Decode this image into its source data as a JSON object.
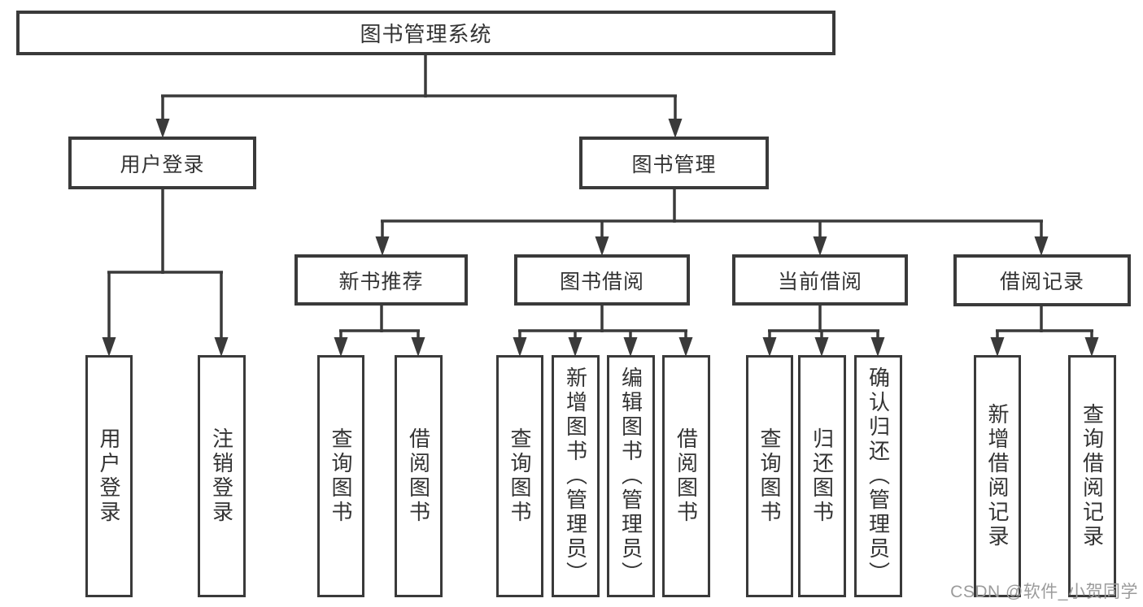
{
  "tree": {
    "root": {
      "label": "图书管理系统"
    },
    "level2": [
      {
        "label": "用户登录"
      },
      {
        "label": "图书管理"
      }
    ],
    "level3": [
      {
        "label": "新书推荐",
        "parent": "图书管理"
      },
      {
        "label": "图书借阅",
        "parent": "图书管理"
      },
      {
        "label": "当前借阅",
        "parent": "图书管理"
      },
      {
        "label": "借阅记录",
        "parent": "图书管理"
      }
    ],
    "leaves": [
      {
        "label": "用户登录",
        "parent": "用户登录"
      },
      {
        "label": "注销登录",
        "parent": "用户登录"
      },
      {
        "label": "查询图书",
        "parent": "新书推荐"
      },
      {
        "label": "借阅图书",
        "parent": "新书推荐"
      },
      {
        "label": "查询图书",
        "parent": "图书借阅"
      },
      {
        "label": "新增图书（管理员）",
        "parent": "图书借阅"
      },
      {
        "label": "编辑图书（管理员）",
        "parent": "图书借阅"
      },
      {
        "label": "借阅图书",
        "parent": "图书借阅"
      },
      {
        "label": "查询图书",
        "parent": "当前借阅"
      },
      {
        "label": "归还图书",
        "parent": "当前借阅"
      },
      {
        "label": "确认归还（管理员）",
        "parent": "当前借阅"
      },
      {
        "label": "新增借阅记录",
        "parent": "借阅记录"
      },
      {
        "label": "查询借阅记录",
        "parent": "借阅记录"
      }
    ]
  },
  "watermark": {
    "text": "CSDN @软件_小贺同学"
  },
  "colors": {
    "line": "#3a3a3a",
    "text": "#333333",
    "watermark": "#9b9b9b",
    "background": "#ffffff"
  }
}
